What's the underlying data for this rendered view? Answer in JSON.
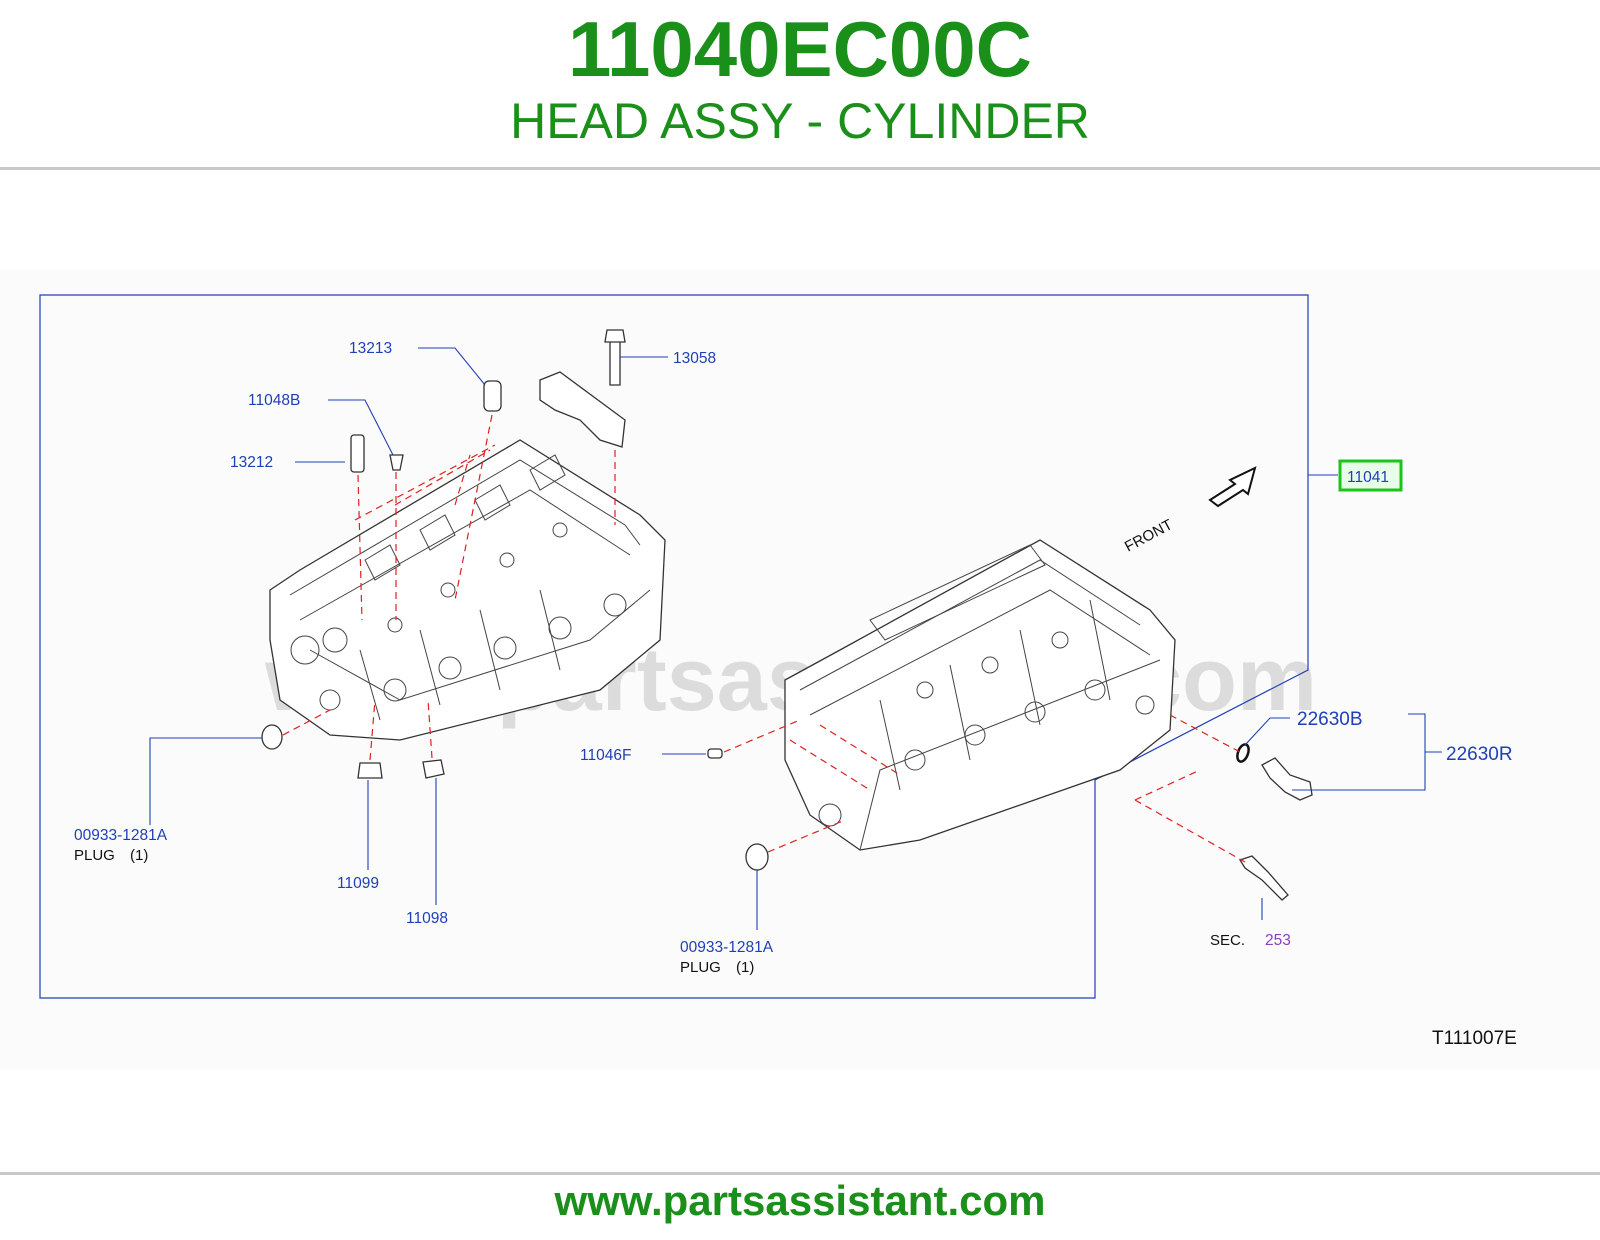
{
  "header": {
    "part_number": "11040EC00C",
    "part_name": "HEAD ASSY - CYLINDER"
  },
  "watermark": "www.partsassistant.com",
  "footer": {
    "url": "www.partsassistant.com"
  },
  "diagram": {
    "callouts": {
      "c13213": "13213",
      "c13058": "13058",
      "c11048b": "11048B",
      "c13212": "13212",
      "c11041": "11041",
      "c22630b": "22630B",
      "c22630r": "22630R",
      "c11046f": "11046F",
      "c00933_left": "00933-1281A",
      "c00933_right": "00933-1281A",
      "c11099": "11099",
      "c11098": "11098",
      "sec_label": "SEC.",
      "sec_num": "253"
    },
    "plug_left": {
      "label": "PLUG",
      "qty": "(1)"
    },
    "plug_right": {
      "label": "PLUG",
      "qty": "(1)"
    },
    "front_label": "FRONT",
    "drawing_code": "T111007E"
  },
  "colors": {
    "brand_green": "#1a8f1a",
    "callout_blue": "#1f3fb8",
    "highlight_green": "#1bc41b",
    "dash_red": "#e02020",
    "sec_purple": "#8a3fc0"
  }
}
